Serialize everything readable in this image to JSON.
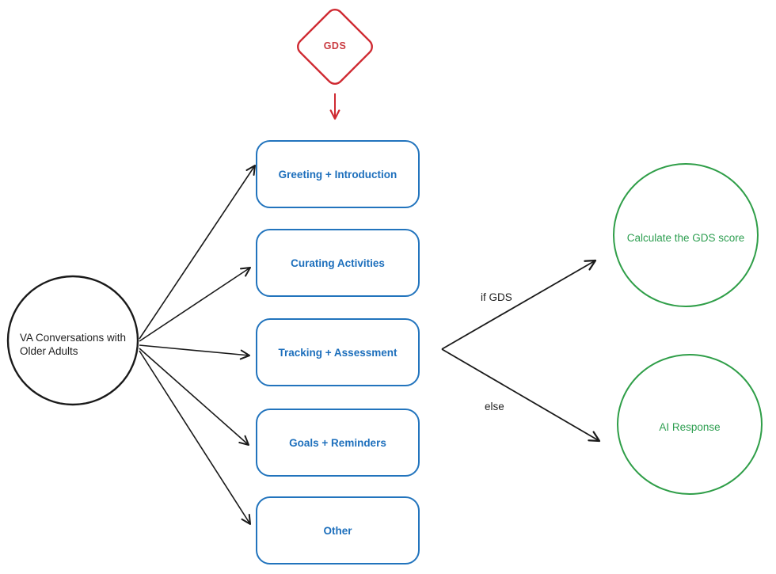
{
  "colors": {
    "red": "#cf2a32",
    "blue_stroke": "#2274bd",
    "blue_text": "#1d6fbc",
    "green": "#2f9e48",
    "green_text": "#2d9e50",
    "black": "#1a1a1a",
    "background": "#ffffff"
  },
  "nodes": {
    "gds_diamond": {
      "label": "GDS",
      "shape": "diamond"
    },
    "source_circle": {
      "label": "VA Conversations with Older Adults",
      "label_line1": "VA Conversations with",
      "label_line2": "Older Adults",
      "shape": "circle"
    },
    "intent_boxes": [
      {
        "label": "Greeting + Introduction"
      },
      {
        "label": "Curating Activities"
      },
      {
        "label": "Tracking + Assessment"
      },
      {
        "label": "Goals + Reminders"
      },
      {
        "label": "Other"
      }
    ],
    "outcome_circles": [
      {
        "label": "Calculate the GDS score"
      },
      {
        "label": "AI Response"
      }
    ]
  },
  "edges": {
    "gds_to_greeting": {
      "from": "GDS",
      "to": "Greeting + Introduction",
      "label": ""
    },
    "source_to_intents": [
      {
        "from": "VA Conversations with Older Adults",
        "to": "Greeting + Introduction"
      },
      {
        "from": "VA Conversations with Older Adults",
        "to": "Curating Activities"
      },
      {
        "from": "VA Conversations with Older Adults",
        "to": "Tracking + Assessment"
      },
      {
        "from": "VA Conversations with Older Adults",
        "to": "Goals + Reminders"
      },
      {
        "from": "VA Conversations with Older Adults",
        "to": "Other"
      }
    ],
    "tracking_branch": [
      {
        "label": "if GDS",
        "to": "Calculate the GDS score"
      },
      {
        "label": "else",
        "to": "AI Response"
      }
    ]
  }
}
